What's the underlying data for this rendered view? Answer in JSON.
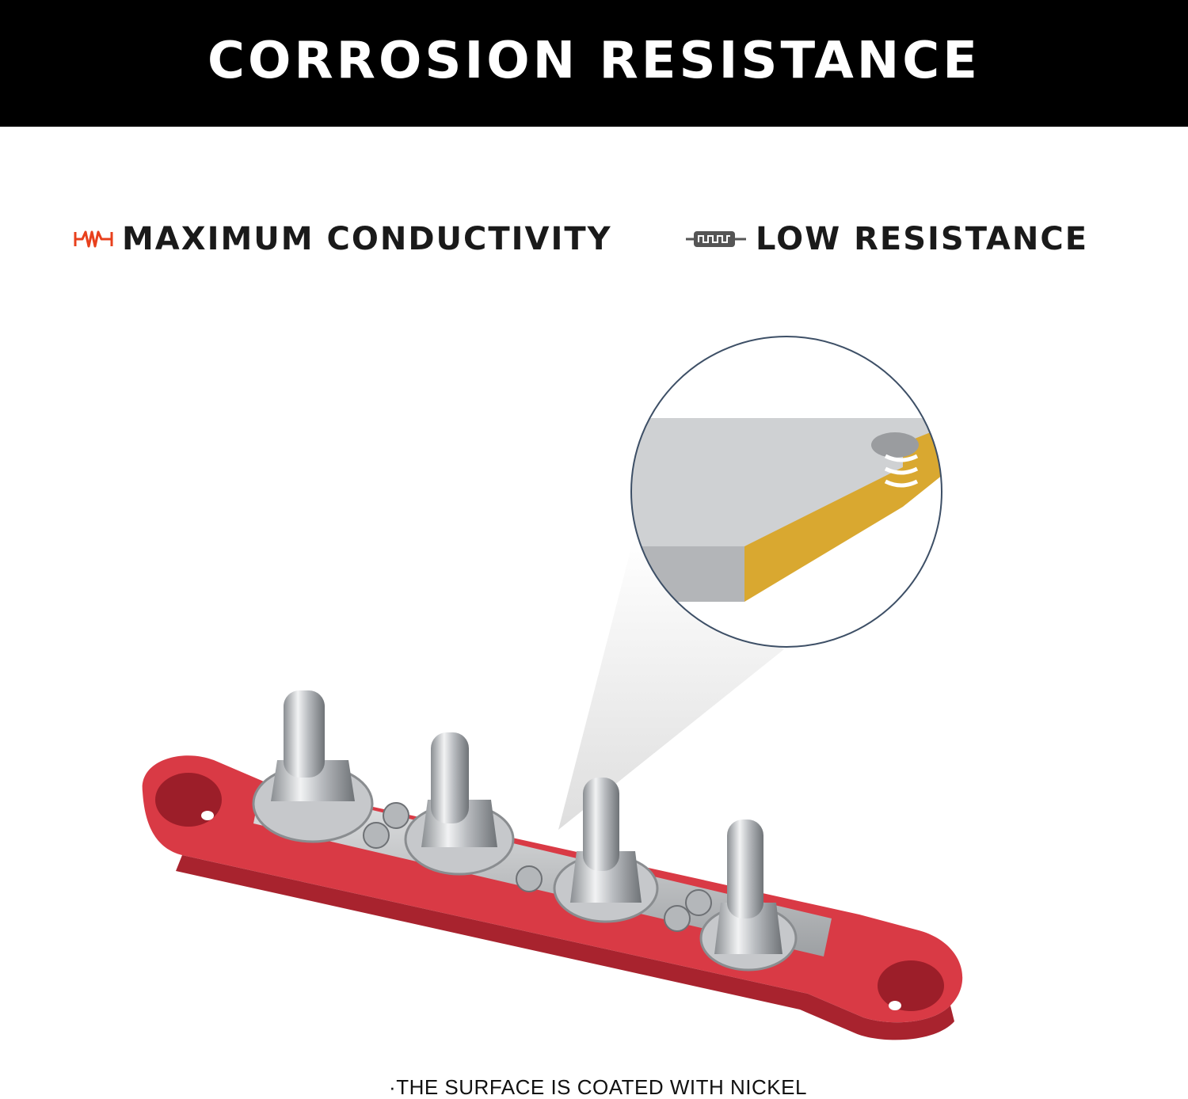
{
  "header": {
    "title": "CORROSION RESISTANCE"
  },
  "features": [
    {
      "label": "MAXIMUM CONDUCTIVITY",
      "icon": "conductivity-wave-icon",
      "icon_color": "#e8401c"
    },
    {
      "label": "LOW RESISTANCE",
      "icon": "resistor-icon",
      "icon_color": "#555555"
    }
  ],
  "product": {
    "icon": "bus-bar-product-image",
    "base_color": "#d93a45",
    "plate_color": "#c9c9c9",
    "core_color": "#d9a830"
  },
  "footnote": {
    "text": "·THE SURFACE IS COATED WITH NICKEL"
  }
}
